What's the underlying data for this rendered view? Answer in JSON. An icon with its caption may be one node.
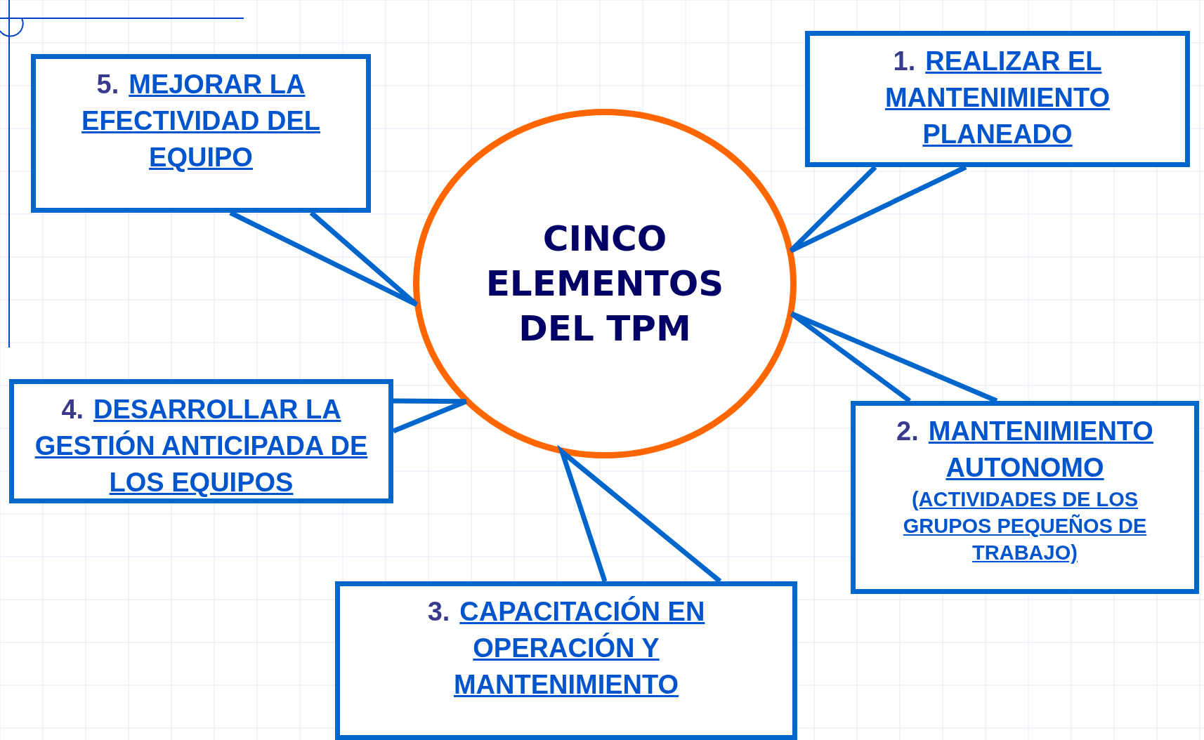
{
  "diagram": {
    "nodes": [
      {
        "text": [
          "CINCO ELEMENTOS DEL TPM"
        ]
      },
      {
        "text": [
          "1.",
          "REALIZAR EL MANTENIMIENTO PLANEADO"
        ]
      },
      {
        "text": [
          "2.",
          "MANTENIMIENTO AUTONOMO",
          "(ACTIVIDADES DE LOS GRUPOS PEQUEÑOS DE TRABAJO)"
        ]
      },
      {
        "text": [
          "3.",
          "CAPACITACIÓN EN OPERACIÓN Y MANTENIMIENTO"
        ]
      },
      {
        "text": [
          "4.",
          "DESARROLLAR LA GESTIÓN ANTICIPADA DE LOS EQUIPOS"
        ]
      },
      {
        "text": [
          "5.",
          "MEJORAR LA EFECTIVIDAD DEL EQUIPO"
        ]
      }
    ],
    "edges": [
      {
        "from": 1,
        "to": 0,
        "arrow": "none"
      },
      {
        "from": 2,
        "to": 0,
        "arrow": "none"
      },
      {
        "from": 3,
        "to": 0,
        "arrow": "none"
      },
      {
        "from": 4,
        "to": 0,
        "arrow": "none"
      },
      {
        "from": 5,
        "to": 0,
        "arrow": "none"
      }
    ]
  }
}
